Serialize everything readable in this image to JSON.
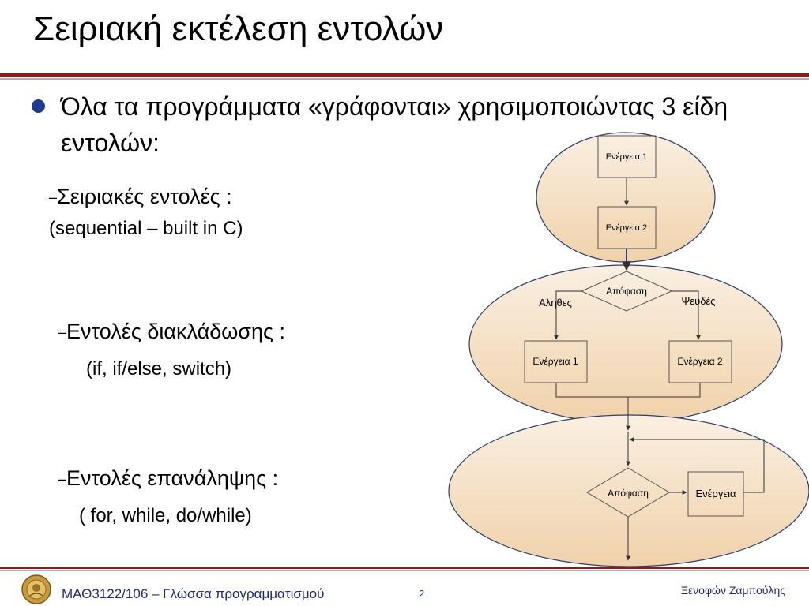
{
  "slide": {
    "title": "Σειριακή εκτέλεση εντολών",
    "bullet": "Όλα τα προγράμματα «γράφονται» χρησιμοποιώντας 3 είδη εντολών:",
    "items": [
      {
        "dash": "–",
        "label": "Σειριακές εντολές :",
        "detail": "(sequential – built in C)"
      },
      {
        "dash": "–",
        "label": "Εντολές διακλάδωσης :",
        "detail": "(if, if/else, switch)"
      },
      {
        "dash": "–",
        "label": "Εντολές επανάληψης :",
        "detail": "( for, while, do/while)"
      }
    ]
  },
  "diagram": {
    "sequence": {
      "box1": "Ενέργεια 1",
      "box2": "Ενέργεια 2"
    },
    "branch": {
      "decision": "Απόφαση",
      "true_label": "Αληθες",
      "false_label": "Ψευδές",
      "box1": "Ενέργεια 1",
      "box2": "Ενέργεια 2"
    },
    "loop": {
      "decision": "Απόφαση",
      "action": "Ενέργεια"
    }
  },
  "footer": {
    "course": "ΜΑΘ3122/106 – Γλώσσα προγραμματισμού",
    "page": "2",
    "author": "Ξενοφών Ζαμπούλης"
  },
  "colors": {
    "accent_rule": "#8b1a1a",
    "bullet": "#1f3a93",
    "footer_text": "#1f2a7a",
    "ellipse_fill_top": "#f9ecdc",
    "ellipse_fill_bottom": "#f0d3ad"
  }
}
